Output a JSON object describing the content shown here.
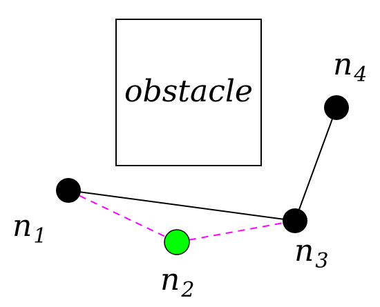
{
  "obstacle": {
    "label": "obstacle"
  },
  "nodes": [
    {
      "id": "n1",
      "letter": "n",
      "subscript": "1",
      "color": "#000000"
    },
    {
      "id": "n2",
      "letter": "n",
      "subscript": "2",
      "color": "#00ff00"
    },
    {
      "id": "n3",
      "letter": "n",
      "subscript": "3",
      "color": "#000000"
    },
    {
      "id": "n4",
      "letter": "n",
      "subscript": "4",
      "color": "#000000"
    }
  ],
  "edges": [
    {
      "from": "n1",
      "to": "n3",
      "style": "solid",
      "color": "#000000"
    },
    {
      "from": "n3",
      "to": "n4",
      "style": "solid",
      "color": "#000000"
    },
    {
      "from": "n1",
      "to": "n2",
      "style": "dashed",
      "color": "#ff00ff"
    },
    {
      "from": "n2",
      "to": "n3",
      "style": "dashed",
      "color": "#ff00ff"
    }
  ]
}
